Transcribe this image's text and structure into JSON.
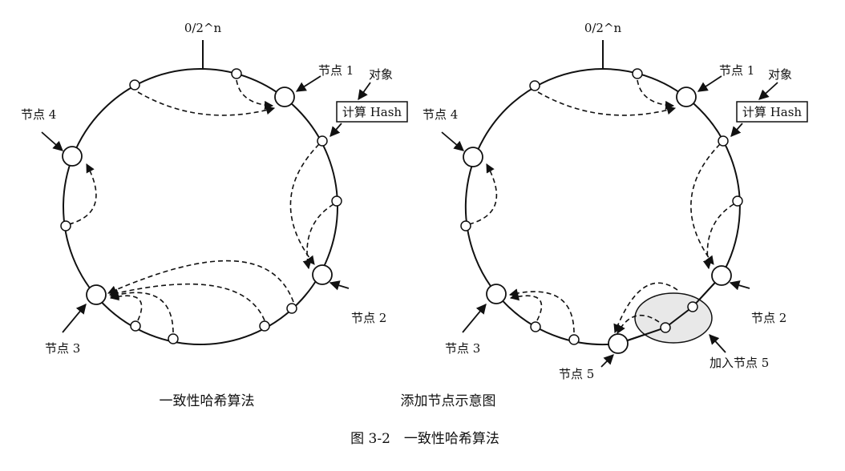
{
  "left_diagram": {
    "origin_label": "0/2^n",
    "nodes": [
      "节点 1",
      "节点 2",
      "节点 3",
      "节点 4"
    ],
    "object_label": "对象",
    "hash_box_label": "计算 Hash",
    "caption": "一致性哈希算法"
  },
  "right_diagram": {
    "origin_label": "0/2^n",
    "nodes": [
      "节点 1",
      "节点 2",
      "节点 3",
      "节点 4",
      "节点 5"
    ],
    "object_label": "对象",
    "hash_box_label": "计算 Hash",
    "added_node_label": "加入节点 5",
    "caption": "添加节点示意图"
  },
  "figure_caption": "图 3-2　一致性哈希算法"
}
